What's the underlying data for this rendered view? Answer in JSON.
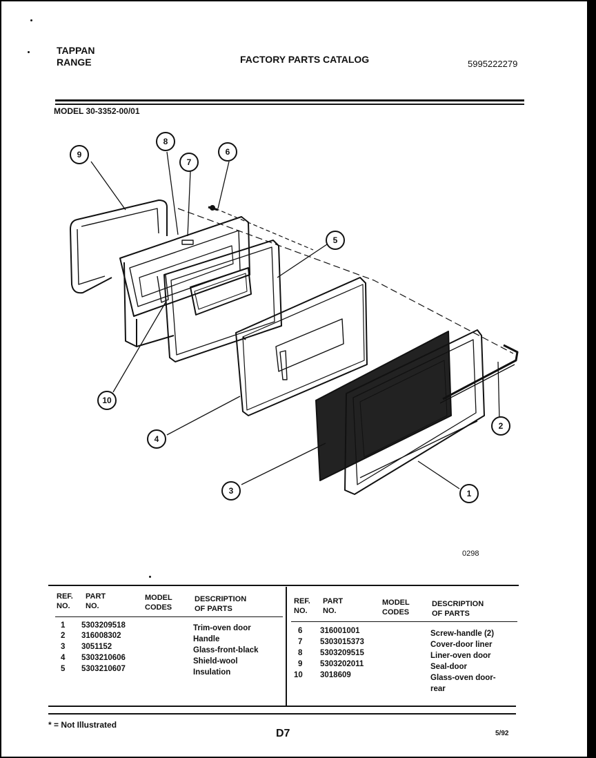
{
  "header": {
    "brand_line1": "TAPPAN",
    "brand_line2": "RANGE",
    "catalog_title": "FACTORY PARTS CATALOG",
    "catalog_number": "5995222279",
    "model": "MODEL 30-3352-00/01"
  },
  "diagram": {
    "callouts": [
      "1",
      "2",
      "3",
      "4",
      "5",
      "6",
      "7",
      "8",
      "9",
      "10"
    ],
    "image_code": "0298"
  },
  "parts_table": {
    "headers": {
      "ref": [
        "REF.",
        "NO."
      ],
      "part": [
        "PART",
        "NO."
      ],
      "model": [
        "MODEL",
        "CODES"
      ],
      "desc": [
        "DESCRIPTION",
        "OF PARTS"
      ]
    },
    "left_rows": [
      {
        "ref": "1",
        "part": "5303209518",
        "desc": "Trim-oven door"
      },
      {
        "ref": "2",
        "part": "316008302",
        "desc": "Handle"
      },
      {
        "ref": "3",
        "part": "3051152",
        "desc": "Glass-front-black"
      },
      {
        "ref": "4",
        "part": "5303210606",
        "desc": "Shield-wool"
      },
      {
        "ref": "5",
        "part": "5303210607",
        "desc": "Insulation"
      }
    ],
    "right_rows": [
      {
        "ref": "6",
        "part": "316001001",
        "desc": "Screw-handle (2)"
      },
      {
        "ref": "7",
        "part": "5303015373",
        "desc": "Cover-door liner"
      },
      {
        "ref": "8",
        "part": "5303209515",
        "desc": "Liner-oven door"
      },
      {
        "ref": "9",
        "part": "5303202011",
        "desc": "Seal-door"
      },
      {
        "ref": "10",
        "part": "3018609",
        "desc": "Glass-oven door-",
        "desc2": "rear"
      }
    ]
  },
  "footer": {
    "legend": "* = Not Illustrated",
    "page_code": "D7",
    "date": "5/92"
  }
}
